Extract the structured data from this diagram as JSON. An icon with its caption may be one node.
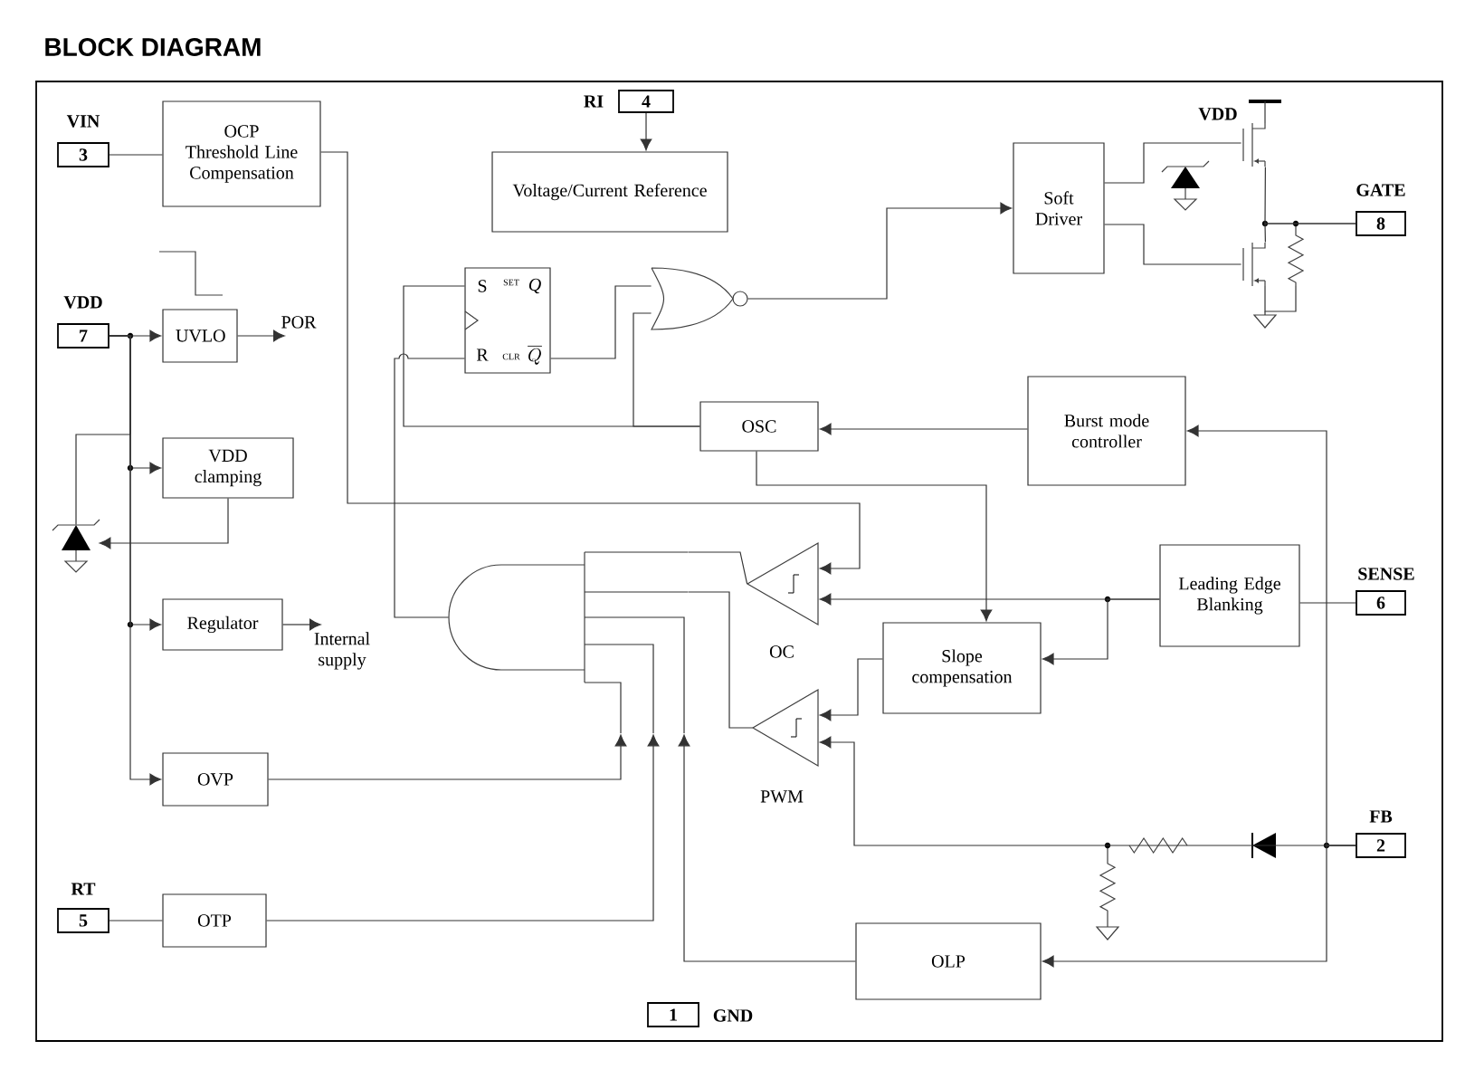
{
  "diagram": {
    "title": "BLOCK DIAGRAM",
    "nodes": [
      {
        "text": [
          "3"
        ],
        "beside": [
          "VIN"
        ]
      },
      {
        "text": [
          "OCP Threshold Line Compensation"
        ]
      },
      {
        "text": [
          "4"
        ],
        "beside": [
          "RI"
        ]
      },
      {
        "text": [
          "Voltage/Current Reference"
        ]
      },
      {
        "text": [
          "7"
        ],
        "beside": [
          "VDD"
        ]
      },
      {
        "text": [
          "UVLO"
        ]
      },
      {
        "text": [
          "VDD clamping"
        ]
      },
      {
        "text": [
          "Regulator"
        ]
      },
      {
        "text": [
          "OVP"
        ]
      },
      {
        "text": [
          "5"
        ],
        "beside": [
          "RT"
        ]
      },
      {
        "text": [
          "OTP"
        ]
      },
      {
        "text": [
          "S",
          "SET",
          "Q",
          "R",
          "CLR",
          "\\overline{Q}"
        ]
      },
      {
        "text": [],
        "shape": "gate"
      },
      {
        "text": [
          "Soft Driver"
        ]
      },
      {
        "text": [
          "8"
        ],
        "beside": [
          "GATE"
        ]
      },
      {
        "text": [
          "OSC"
        ]
      },
      {
        "text": [
          "Burst mode controller"
        ]
      },
      {
        "text": [],
        "shape": "gate"
      },
      {
        "text": [],
        "shape": "triangle",
        "beside": [
          "OC"
        ]
      },
      {
        "text": [
          "Slope compensation"
        ]
      },
      {
        "text": [
          "Leading Edge Blanking"
        ]
      },
      {
        "text": [
          "6"
        ],
        "beside": [
          "SENSE"
        ]
      },
      {
        "text": [],
        "shape": "triangle",
        "beside": [
          "PWM"
        ]
      },
      {
        "text": [
          "2"
        ],
        "beside": [
          "FB"
        ]
      },
      {
        "text": [
          "OLP"
        ]
      },
      {
        "text": [
          "1"
        ],
        "beside": [
          "GND"
        ]
      },
      {
        "text": [
          "POR"
        ]
      },
      {
        "text": [
          "Internal supply"
        ]
      },
      {
        "text": [],
        "shape": "diode"
      },
      {
        "text": [],
        "shape": "transistor"
      },
      {
        "text": [],
        "shape": "transistor"
      }
    ],
    "edges": [
      {
        "from": 0,
        "to": 1,
        "arrow": "none"
      },
      {
        "from": 1,
        "to": 18,
        "arrow": "to"
      },
      {
        "from": 2,
        "to": 3,
        "arrow": "to"
      },
      {
        "from": 4,
        "to": 5,
        "arrow": "to"
      },
      {
        "from": 4,
        "to": 6,
        "arrow": "to"
      },
      {
        "from": 4,
        "to": 7,
        "arrow": "to"
      },
      {
        "from": 4,
        "to": 8,
        "arrow": "to"
      },
      {
        "from": 4,
        "to": 28,
        "arrow": "none"
      },
      {
        "from": 6,
        "to": 28,
        "arrow": "to"
      },
      {
        "from": 5,
        "to": 26,
        "arrow": "to"
      },
      {
        "from": 7,
        "to": 27,
        "arrow": "to"
      },
      {
        "from": 8,
        "to": 17,
        "arrow": "to"
      },
      {
        "from": 10,
        "to": 17,
        "arrow": "to"
      },
      {
        "from": 24,
        "to": 17,
        "arrow": "to"
      },
      {
        "from": 18,
        "to": 17,
        "arrow": "none"
      },
      {
        "from": 22,
        "to": 17,
        "arrow": "none"
      },
      {
        "from": 9,
        "to": 10,
        "arrow": "none"
      },
      {
        "from": 17,
        "to": 11,
        "arrow": "none"
      },
      {
        "from": 15,
        "to": 11,
        "arrow": "none"
      },
      {
        "from": 15,
        "to": 12,
        "arrow": "none"
      },
      {
        "from": 11,
        "to": 12,
        "arrow": "none"
      },
      {
        "from": 12,
        "to": 13,
        "arrow": "to"
      },
      {
        "from": 13,
        "to": 29,
        "arrow": "none"
      },
      {
        "from": 13,
        "to": 30,
        "arrow": "none"
      },
      {
        "from": 29,
        "to": 14,
        "arrow": "none"
      },
      {
        "from": 30,
        "to": 14,
        "arrow": "none"
      },
      {
        "from": 16,
        "to": 15,
        "arrow": "to"
      },
      {
        "from": 23,
        "to": 16,
        "arrow": "to"
      },
      {
        "from": 23,
        "to": 24,
        "arrow": "to"
      },
      {
        "from": 23,
        "to": 22,
        "arrow": "to"
      },
      {
        "from": 21,
        "to": 20,
        "arrow": "none"
      },
      {
        "from": 20,
        "to": 18,
        "arrow": "to"
      },
      {
        "from": 20,
        "to": 19,
        "arrow": "to"
      },
      {
        "from": 15,
        "to": 19,
        "arrow": "to"
      },
      {
        "from": 19,
        "to": 22,
        "arrow": "to"
      }
    ],
    "labels": [
      "VDD"
    ]
  }
}
